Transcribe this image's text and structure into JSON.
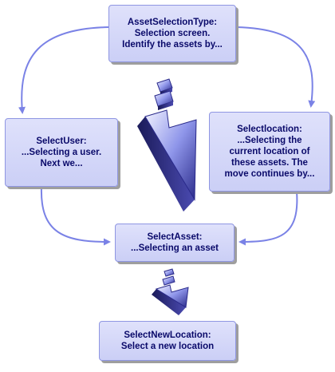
{
  "nodes": {
    "asset_selection_type": {
      "lines": [
        "AssetSelectionType:",
        "Selection screen.",
        "Identify the assets by..."
      ]
    },
    "select_user": {
      "lines": [
        "SelectUser:",
        "...Selecting a user.",
        "Next we..."
      ]
    },
    "select_location": {
      "lines": [
        "Selectlocation:",
        "...Selecting the",
        "current location of",
        "these assets. The",
        "move continues by..."
      ]
    },
    "select_asset": {
      "lines": [
        "SelectAsset:",
        "...Selecting an asset"
      ]
    },
    "select_new_location": {
      "lines": [
        "SelectNewLocation:",
        "Select a new location"
      ]
    }
  },
  "colors": {
    "box_fill": "#d5d8f8",
    "box_border": "#8f96e2",
    "box_text": "#0a0a6a",
    "connector": "#7a82e6",
    "big_arrow_light": "#e4e6ff",
    "big_arrow_dark": "#2a2a8a"
  },
  "icons": {
    "central_arrow": "big-down-arrow-icon",
    "small_arrow": "small-down-arrow-icon"
  }
}
